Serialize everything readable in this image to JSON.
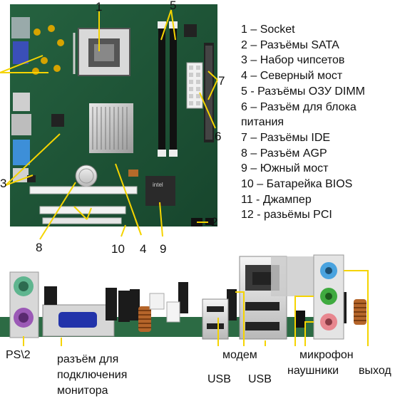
{
  "legend": [
    "1 – Socket",
    "2 – Разъёмы SATA",
    "3 – Набор чипсетов",
    "4 – Северный мост",
    "5 -  Разъёмы ОЗУ DIMM",
    "6 – Разъём для блока питания",
    "7 – Разъёмы IDE",
    "8 – Разъём AGP",
    "9 – Южный мост",
    "10 – Батарейка BIOS",
    "11 - Джампер",
    "12 - разьёмы PCI"
  ],
  "callouts": {
    "c1": "1",
    "c2": "2",
    "c3": "3",
    "c4": "4",
    "c5": "5",
    "c6": "6",
    "c7": "7",
    "c8": "8",
    "c9": "9",
    "c10": "10"
  },
  "chip_text": "intel",
  "port_labels": {
    "ps2": "PS\\2",
    "monitor_line1": "разъём для",
    "monitor_line2": "подключения",
    "monitor_line3": "монитора",
    "usb_left": "USB",
    "modem": "модем",
    "usb_right": "USB",
    "microphone": "микрофон",
    "headphones": "наушники",
    "output": "выход"
  },
  "colors": {
    "board": "#1f5a3a",
    "callout_line": "#f5d400",
    "ps2_mouse": "#5fb58f",
    "ps2_keyboard": "#9b59b6",
    "vga": "#2233aa",
    "audio_blue": "#4aa3df",
    "audio_green": "#3faa3f",
    "audio_pink": "#e8878f"
  }
}
